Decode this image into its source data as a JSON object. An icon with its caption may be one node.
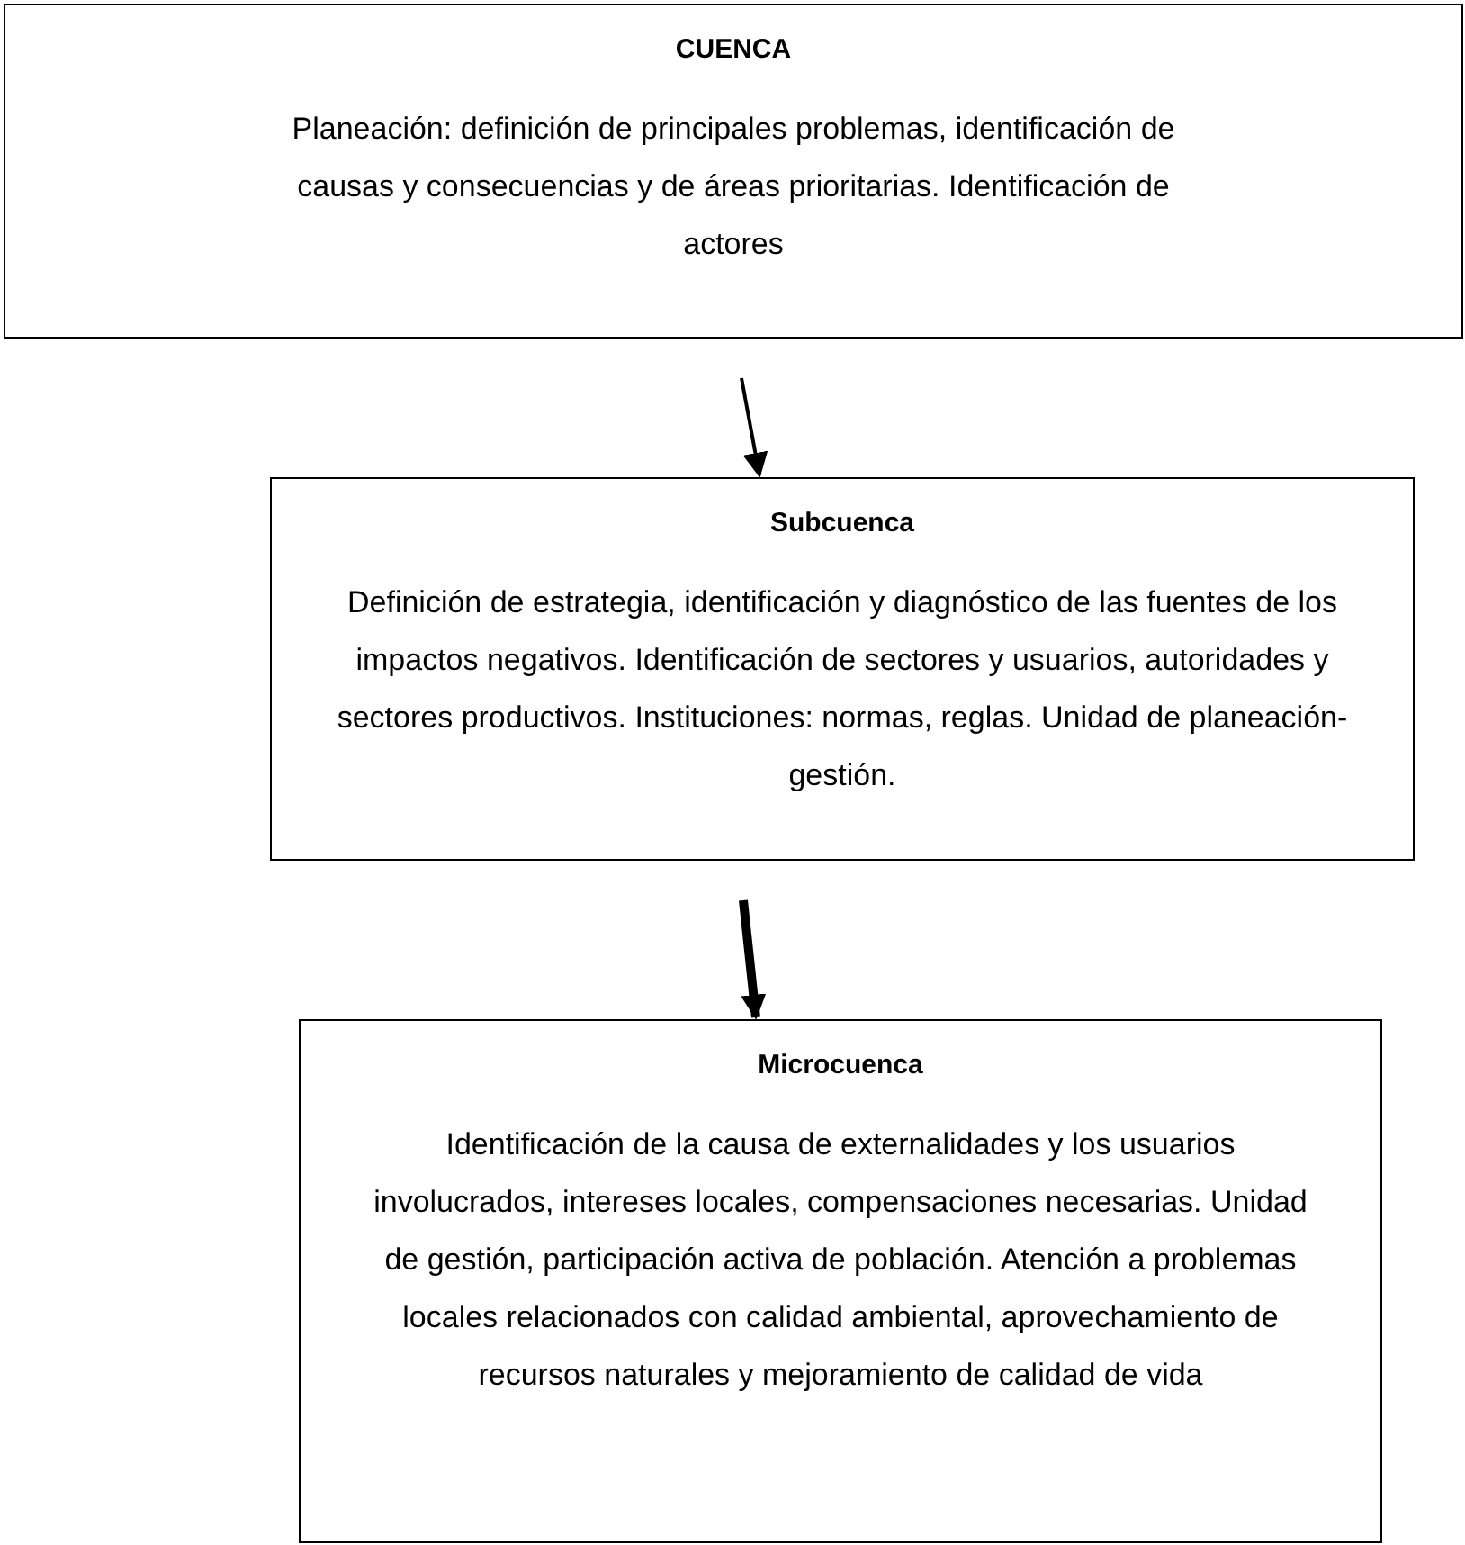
{
  "diagram": {
    "nodes": [
      {
        "text": [
          "CUENCA",
          "Planeación: definición de principales problemas, identificación de causas y consecuencias y de áreas prioritarias. Identificación de actores"
        ]
      },
      {
        "text": [
          "Subcuenca",
          "Definición de estrategia, identificación y diagnóstico de las fuentes de los impactos negativos. Identificación de sectores y usuarios, autoridades y sectores productivos. Instituciones: normas, reglas. Unidad de planeación-gestión."
        ]
      },
      {
        "text": [
          "Microcuenca",
          "Identificación de la causa de externalidades y los usuarios involucrados, intereses locales, compensaciones necesarias. Unidad de gestión, participación activa de población. Atención a problemas locales relacionados con calidad ambiental, aprovechamiento de recursos naturales y mejoramiento de calidad de vida"
        ]
      }
    ],
    "edges": [
      {
        "from": 0,
        "to": 1,
        "arrow": "to"
      },
      {
        "from": 1,
        "to": 2,
        "arrow": "to",
        "style": "thick"
      }
    ]
  }
}
